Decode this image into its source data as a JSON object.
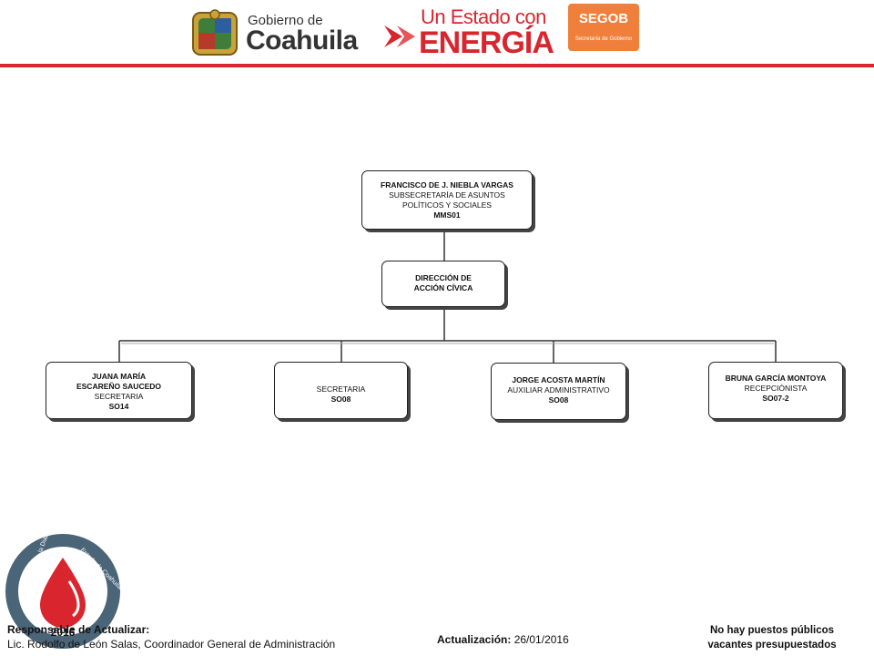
{
  "header": {
    "gobierno_small": "Gobierno de",
    "gobierno_big": "Coahuila",
    "estado_line": "Un Estado con",
    "energia": "ENERGÍA",
    "segob": "SEGOB",
    "segob_sub": "Secretaría de Gobierno",
    "brand_red": "#d9262e",
    "segob_orange": "#f07f3c"
  },
  "org": {
    "top": {
      "name": "FRANCISCO DE J. NIEBLA VARGAS",
      "line1": "SUBSECRETARÍA  DE ASUNTOS",
      "line2": "POLÍTICOS    Y SOCIALES",
      "code": "MMS01"
    },
    "direction": {
      "line1": "DIRECCIÓN DE",
      "line2": "ACCIÓN CÍVICA"
    },
    "children": [
      {
        "line1": "JUANA MARÍA",
        "line2": "ESCAREÑO SAUCEDO",
        "role": "SECRETARIA",
        "code": "SO14"
      },
      {
        "role": "SECRETARIA",
        "code": "SO08"
      },
      {
        "name": "JORGE ACOSTA MARTÍN",
        "role": "AUXILIAR  ADMINISTRATIVO",
        "code": "SO08"
      },
      {
        "name": "BRUNA GARCÍA MONTOYA",
        "role": "RECEPCIÓNISTA",
        "code": "SO07-2"
      }
    ]
  },
  "footer": {
    "diabetes_year": "2016",
    "diabetes_ring_left": "La Lucha contra la Diabetes",
    "diabetes_ring_right": "Estado de Coahuila",
    "responsible_label": "Responsable  de Actualizar:",
    "responsible_name": "Lic. Rodolfo de León Salas, Coordinador  General  de  Administración",
    "update_label": "Actualización:",
    "update_date": "26/01/2016",
    "vacancies_line1": "No hay puestos públicos",
    "vacancies_line2": "vacantes presupuestados"
  }
}
